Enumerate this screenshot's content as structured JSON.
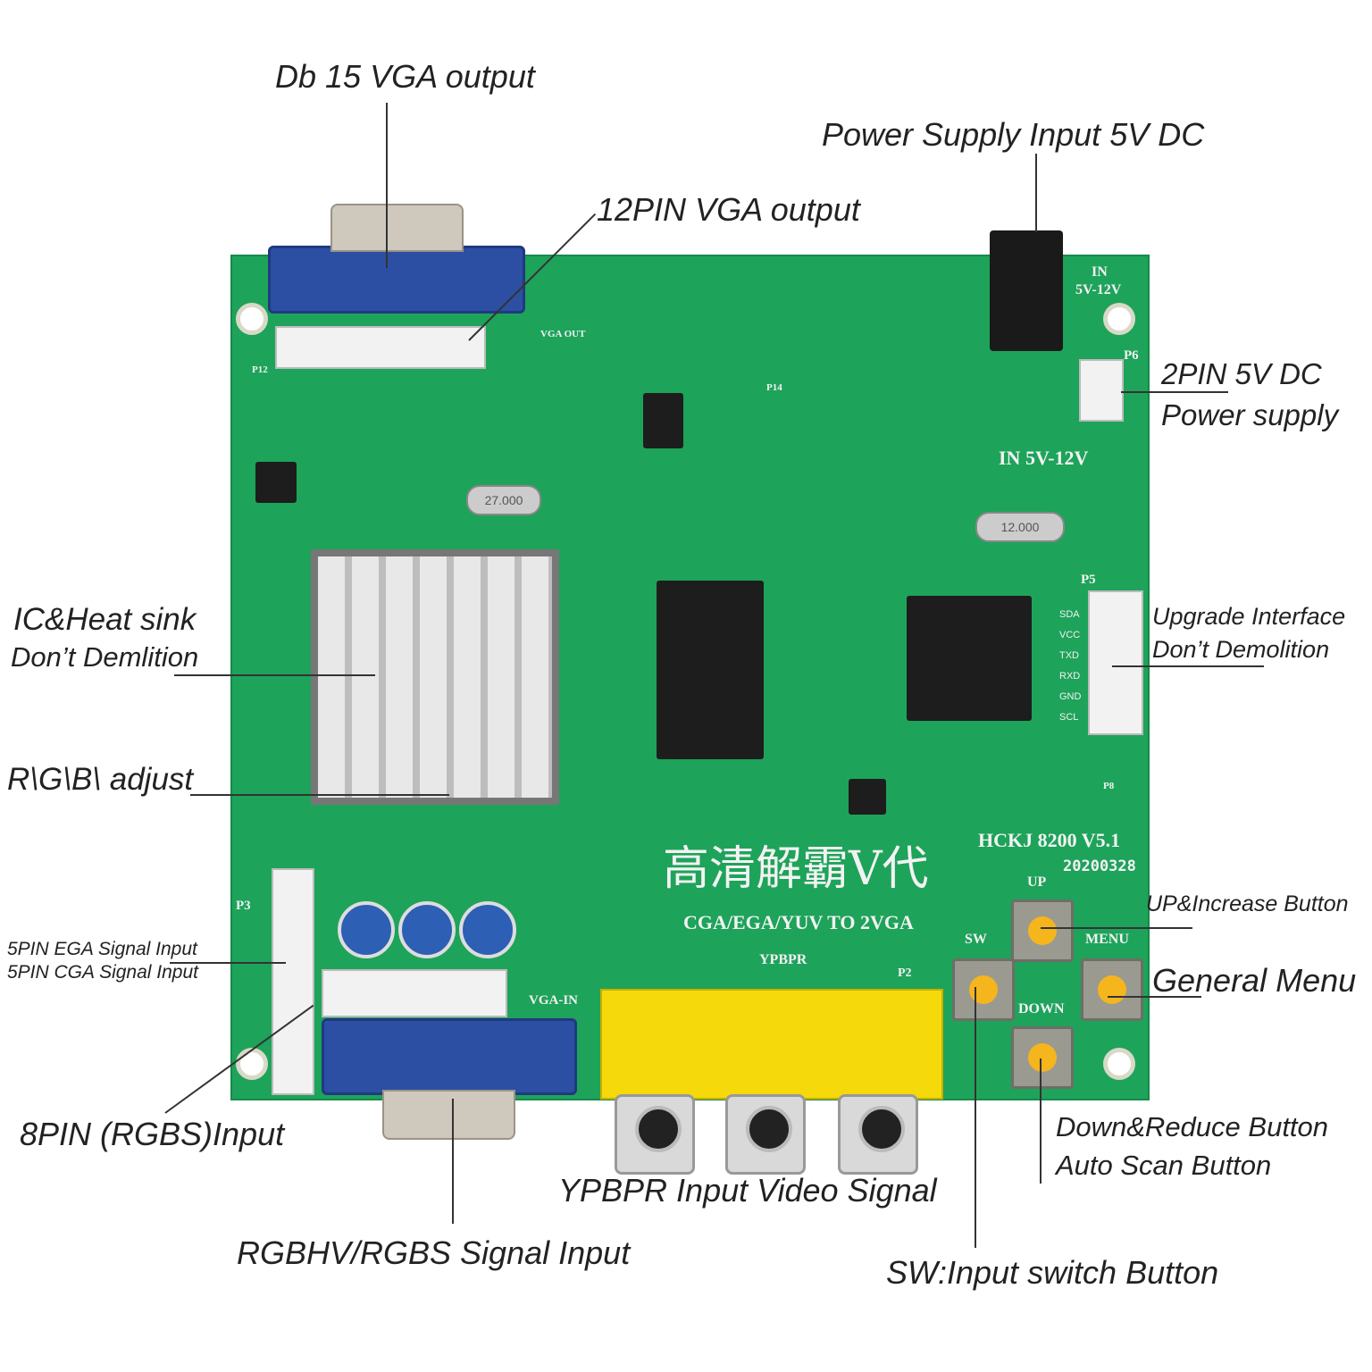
{
  "labels": {
    "db15_vga_output": "Db 15 VGA output",
    "power_supply_input": "Power Supply Input 5V DC",
    "pin12_vga_output": "12PIN VGA output",
    "pin2_5v_dc_line1": "2PIN 5V DC",
    "pin2_5v_dc_line2": "Power supply",
    "ic_heat_sink_line1": "IC&Heat sink",
    "ic_heat_sink_line2": "Don’t Demlition",
    "upgrade_interface_line1": "Upgrade Interface",
    "upgrade_interface_line2": "Don’t Demolition",
    "rgb_adjust": "R\\G\\B\\ adjust",
    "up_increase_button": "UP&Increase Button",
    "pin5_ega": "5PIN EGA Signal Input",
    "pin5_cga": "5PIN CGA Signal Input",
    "general_menu": "General Menu",
    "pin8_rgbs_input": "8PIN (RGBS)Input",
    "down_reduce_line1": "Down&Reduce Button",
    "down_reduce_line2": "Auto Scan Button",
    "ypbpr_input": "YPBPR Input Video Signal",
    "rgbhv_input": "RGBHV/RGBS Signal Input",
    "sw_input_switch": "SW:Input switch Button"
  },
  "silkscreen": {
    "model": "HCKJ 8200 V5.1",
    "date": "20200328",
    "chinese_title": "高清解霸V代",
    "subtitle": "CGA/EGA/YUV TO 2VGA",
    "in_voltage": "IN 5V-12V",
    "in_voltage_top_1": "IN",
    "in_voltage_top_2": "5V-12V",
    "up": "UP",
    "menu": "MENU",
    "sw": "SW",
    "down": "DOWN",
    "ypbpr": "YPBPR",
    "vga_in": "VGA-IN",
    "vga_out": "VGA OUT",
    "p2": "P2",
    "p3": "P3",
    "p5": "P5",
    "p6": "P6",
    "p8": "P8",
    "p12": "P12",
    "p14": "P14",
    "crystal_y1": "27.000",
    "crystal_y2": "12.000",
    "p5_pins": [
      "SDA",
      "VCC",
      "TXD",
      "RXD",
      "GND",
      "SCL"
    ]
  },
  "colors": {
    "board": "#1ea35a",
    "vga_connector": "#2d4fa3",
    "rca_block": "#f5d90a",
    "button_cap": "#f5b51d"
  }
}
